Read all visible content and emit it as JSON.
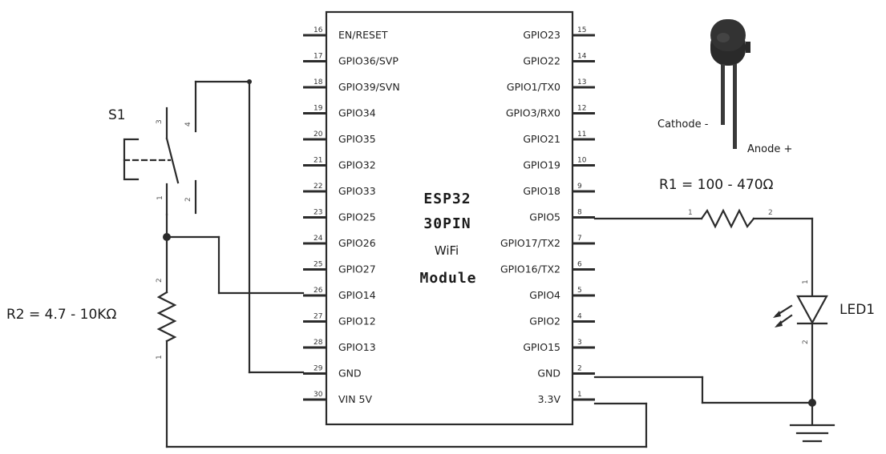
{
  "chip": {
    "line1": "ESP32",
    "line2": "30PIN",
    "line3": "WiFi",
    "line4": "Module"
  },
  "left_pins": [
    {
      "num": "16",
      "label": "EN/RESET"
    },
    {
      "num": "17",
      "label": "GPIO36/SVP"
    },
    {
      "num": "18",
      "label": "GPIO39/SVN"
    },
    {
      "num": "19",
      "label": "GPIO34"
    },
    {
      "num": "20",
      "label": "GPIO35"
    },
    {
      "num": "21",
      "label": "GPIO32"
    },
    {
      "num": "22",
      "label": "GPIO33"
    },
    {
      "num": "23",
      "label": "GPIO25"
    },
    {
      "num": "24",
      "label": "GPIO26"
    },
    {
      "num": "25",
      "label": "GPIO27"
    },
    {
      "num": "26",
      "label": "GPIO14"
    },
    {
      "num": "27",
      "label": "GPIO12"
    },
    {
      "num": "28",
      "label": "GPIO13"
    },
    {
      "num": "29",
      "label": "GND"
    },
    {
      "num": "30",
      "label": "VIN 5V"
    }
  ],
  "right_pins": [
    {
      "num": "15",
      "label": "GPIO23"
    },
    {
      "num": "14",
      "label": "GPIO22"
    },
    {
      "num": "13",
      "label": "GPIO1/TX0"
    },
    {
      "num": "12",
      "label": "GPIO3/RX0"
    },
    {
      "num": "11",
      "label": "GPIO21"
    },
    {
      "num": "10",
      "label": "GPIO19"
    },
    {
      "num": "9",
      "label": "GPIO18"
    },
    {
      "num": "8",
      "label": "GPIO5"
    },
    {
      "num": "7",
      "label": "GPIO17/TX2"
    },
    {
      "num": "6",
      "label": "GPIO16/TX2"
    },
    {
      "num": "5",
      "label": "GPIO4"
    },
    {
      "num": "4",
      "label": "GPIO2"
    },
    {
      "num": "3",
      "label": "GPIO15"
    },
    {
      "num": "2",
      "label": "GND"
    },
    {
      "num": "1",
      "label": "3.3V"
    }
  ],
  "labels": {
    "s1": "S1",
    "r1": "R1 = 100 - 470Ω",
    "r2": "R2 = 4.7 - 10KΩ",
    "led1": "LED1",
    "cathode": "Cathode -",
    "anode": "Anode +"
  },
  "terminal_nums": {
    "s1_top_a": "3",
    "s1_top_b": "4",
    "s1_bot_a": "1",
    "s1_bot_b": "2",
    "r1_a": "1",
    "r1_b": "2",
    "r2_top": "2",
    "r2_bot": "1",
    "led_top": "1",
    "led_bot": "2"
  }
}
